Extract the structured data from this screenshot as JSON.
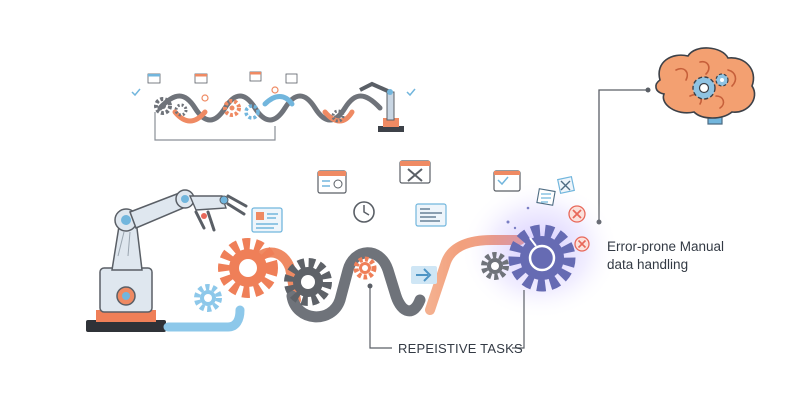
{
  "labels": {
    "error_line1": "Error-prone Manual",
    "error_line2": "data handling",
    "tasks": "REPEISTIVE TASKS"
  },
  "icons": [
    "robot-arm-icon",
    "gear-icon",
    "brain-icon",
    "clock-icon",
    "window-icon",
    "close-icon",
    "checklist-icon",
    "tools-icon"
  ],
  "colors": {
    "orange": "#ef8a63",
    "gray": "#6f737a",
    "blue": "#72b6dd",
    "purple": "#6a6fb8",
    "red": "#e8685a",
    "line": "#5a5f66"
  }
}
